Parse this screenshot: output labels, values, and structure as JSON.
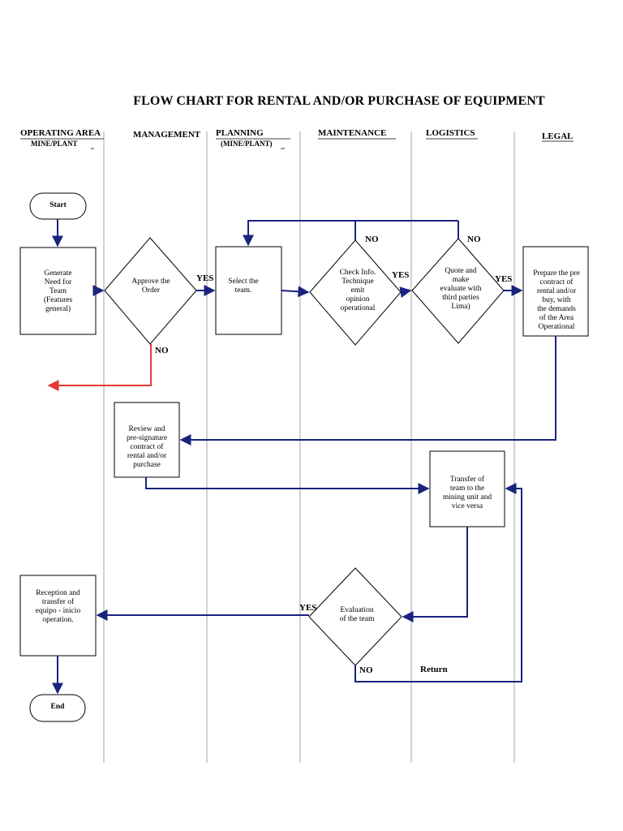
{
  "diagram": {
    "title": "FLOW CHART FOR RENTAL AND/OR PURCHASE OF EQUIPMENT",
    "lanes": [
      {
        "name": "OPERATING AREA",
        "sub": "MINE/PLANT"
      },
      {
        "name": "MANAGEMENT"
      },
      {
        "name": "PLANNING",
        "sub": "(MINE/PLANT)"
      },
      {
        "name": "MAINTENANCE"
      },
      {
        "name": "LOGISTICS"
      },
      {
        "name": "LEGAL"
      }
    ],
    "nodes": {
      "start": "Start",
      "generate": "Generate\nNeed for\nTeam\n(Features\ngeneral)",
      "approve": "Approve the\nOrder",
      "select": "Select  the\nteam.",
      "check": "Check Info.\nTechnique\nemit\nopinion\noperational",
      "quote": "Quote and\nmake\nevaluate with\nthird parties\nLima)",
      "prepare": "Prepare the pre\ncontract of\nrental and/or\nbuy, with\nthe demands\nof the Area\nOperational",
      "review": "Review and\npre-signature\ncontract of\nrental and/or\npurchase",
      "transfer": "Transfer of\nteam to the\nmining unit and\nvice versa",
      "evaluation": "Evaluation\nof the team",
      "reception": "Reception and\ntransfer of\nequipo - inicio\noperation.",
      "end": "End"
    },
    "labels": {
      "yes": "YES",
      "no": "NO",
      "return": "Return"
    },
    "colors": {
      "flow": "#1a237e",
      "reject": "#e53935",
      "line": "#000000"
    }
  }
}
